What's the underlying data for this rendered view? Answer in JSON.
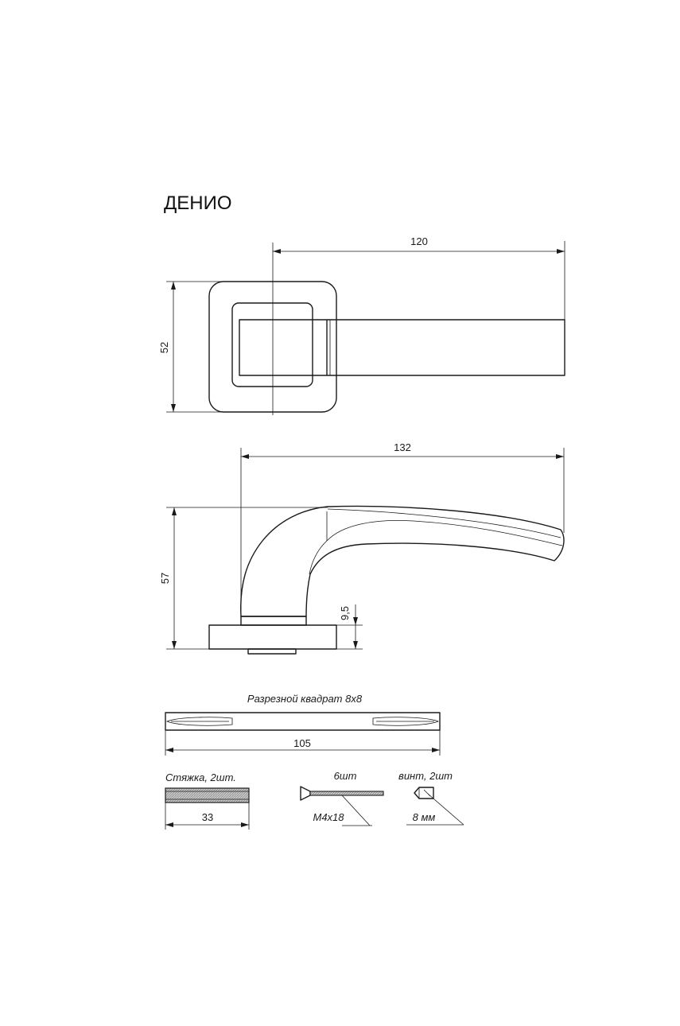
{
  "title": "ДЕНИО",
  "dimensions": {
    "top_length": "120",
    "top_height": "52",
    "side_length": "132",
    "side_height": "57",
    "rose_thickness": "9,5",
    "spindle_length": "105",
    "tie_length": "33"
  },
  "notes": {
    "spindle": "Разрезной квадрат 8х8",
    "tie": "Стяжка, 2шт.",
    "screw_count": "6шт",
    "screw_size": "М4х18",
    "set_screw": "винт, 2шт",
    "set_screw_size": "8 мм"
  }
}
